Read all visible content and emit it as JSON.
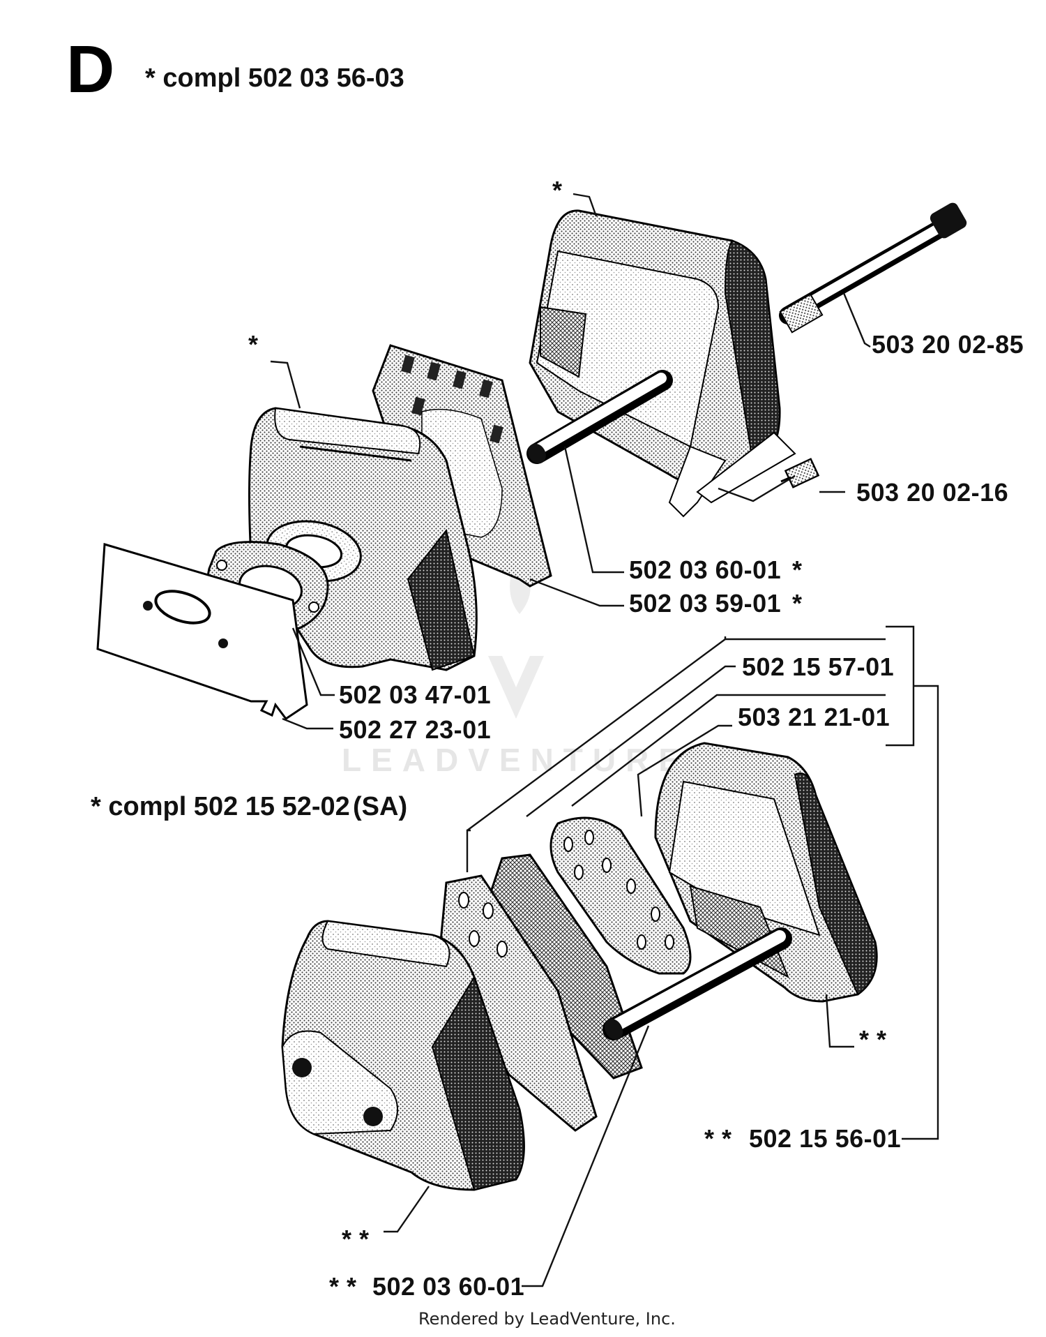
{
  "section_letter": "D",
  "header_assembly": "*  compl 502 03 56-03",
  "sa_assembly_line": "*  compl 502 15 52-02",
  "sa_suffix": "(SA)",
  "callouts": {
    "upper_cover_star": "*",
    "rear_cover_star": "*",
    "bolt": "503 20 02-85",
    "screw": "503 20 02-16",
    "tube": "502 03 60-01",
    "tube_star": "*",
    "plate": "502 03 59-01",
    "plate_star": "*",
    "gasket": "502 03 47-01",
    "heat_shield": "502 27 23-01",
    "sa_part_1": "502 15 57-01",
    "sa_part_2": "503 21 21-01",
    "sa_cover_marker": "* *",
    "sa_group": "502 15 56-01",
    "sa_group_marker": "* *",
    "sa_front_marker": "* *",
    "sa_tube": "502 03 60-01",
    "sa_tube_marker": "* *"
  },
  "watermark": "LEADVENTURE",
  "footer_credit": "Rendered by LeadVenture, Inc."
}
